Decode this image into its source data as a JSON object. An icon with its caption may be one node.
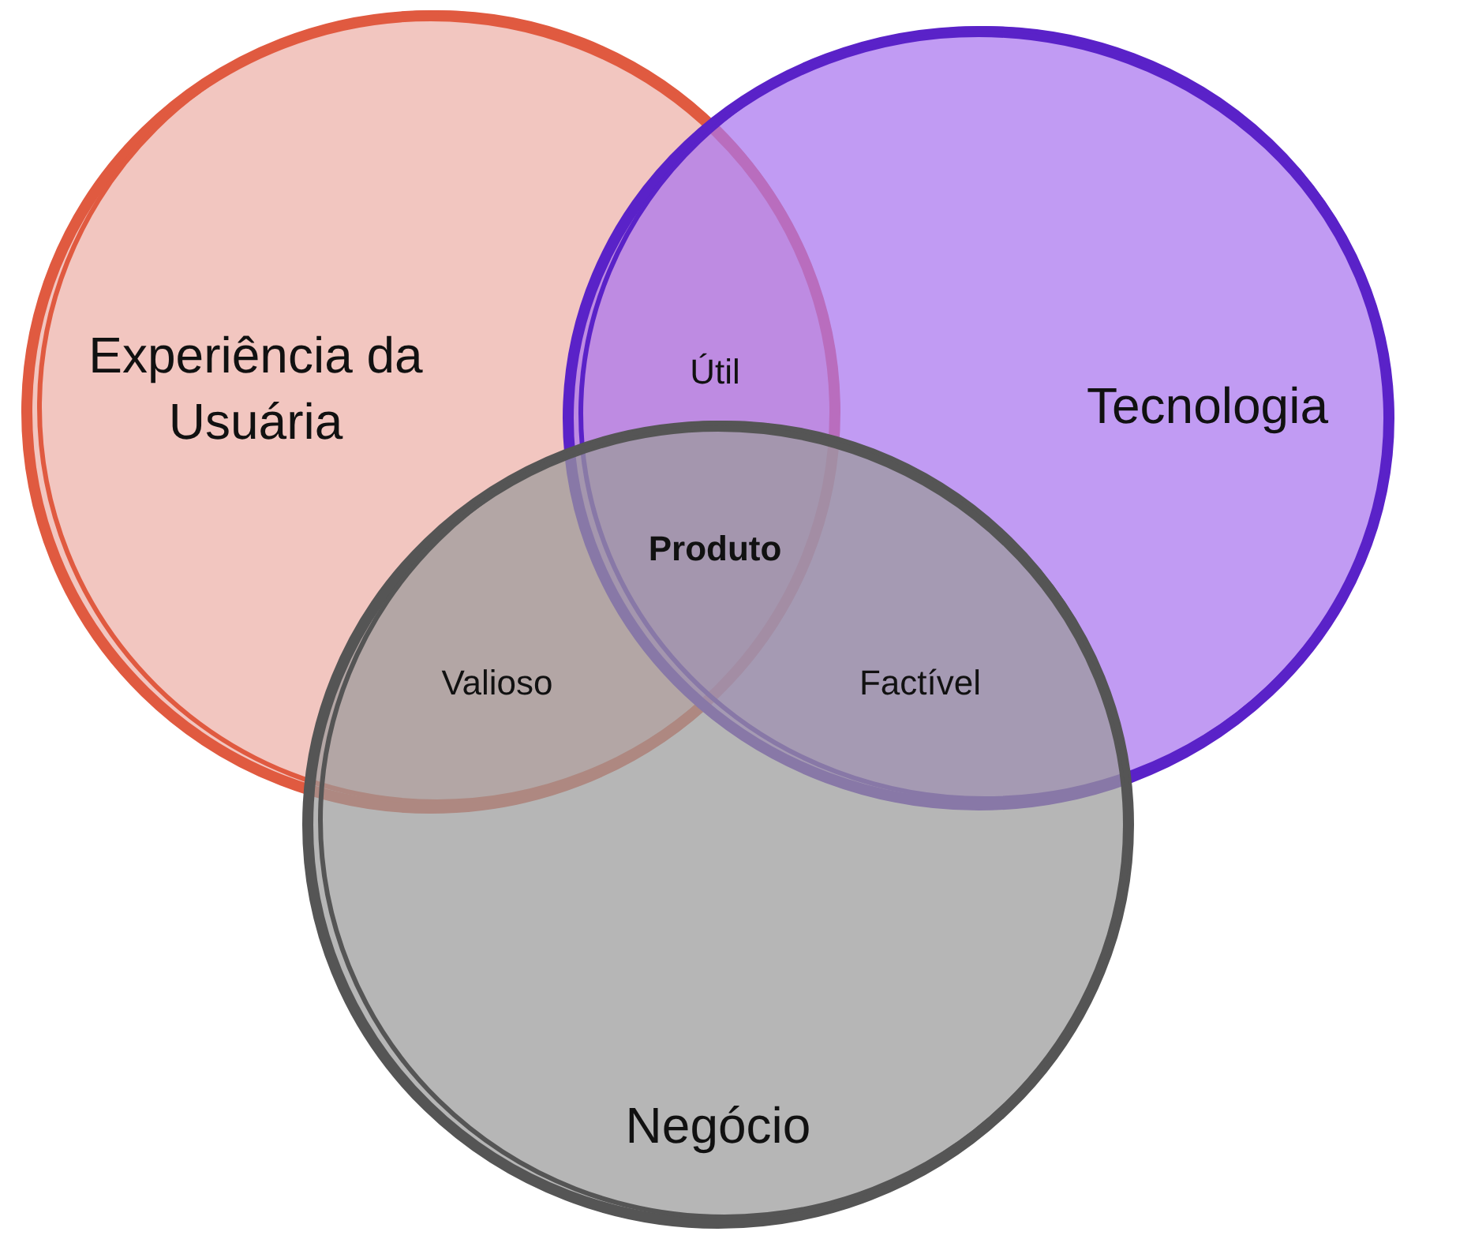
{
  "diagram": {
    "nodes": [
      {
        "text": [
          "Experiência da Usuária"
        ]
      },
      {
        "text": [
          "Tecnologia"
        ]
      },
      {
        "text": [
          "Negócio"
        ]
      }
    ],
    "labels": [
      "Útil",
      "**Produto**",
      "Valioso",
      "Factível"
    ]
  }
}
